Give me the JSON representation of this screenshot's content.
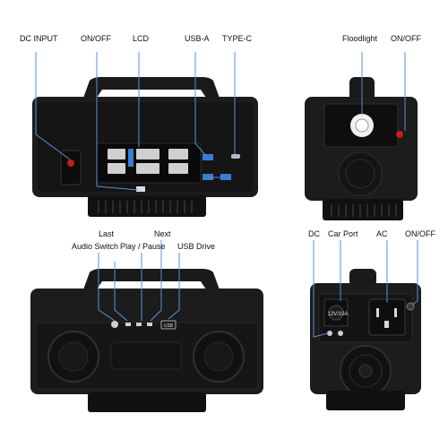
{
  "callouts": {
    "dc_input": "DC INPUT",
    "on_off_front": "ON/OFF",
    "lcd": "LCD",
    "usb_a": "USB-A",
    "type_c": "TYPE-C",
    "floodlight": "Floodlight",
    "on_off_back": "ON/OFF",
    "audio_switch": "Audio Switch",
    "last": "Last",
    "play_pause": "Play / Pause",
    "next": "Next",
    "usb_drive": "USB Drive",
    "dc": "DC",
    "car_port": "Car Port",
    "ac": "AC",
    "on_off_side": "ON/OFF"
  },
  "device_text": {
    "car_port_rating": "12V/10A",
    "usb_button": "USB"
  },
  "colors": {
    "body": "#1c1c1c",
    "body_dark": "#0d0d0d",
    "accent_blue": "#3b7bd8",
    "lcd_red": "#d63030",
    "callout_line": "#5a8fd8"
  }
}
